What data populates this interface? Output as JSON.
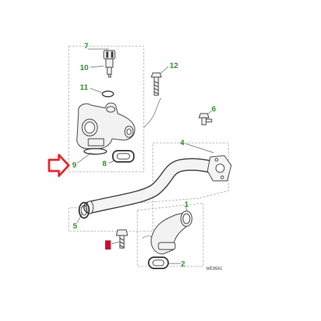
{
  "diagram": {
    "callout_color": "#2e8b2e",
    "arrow_color": "#e8202a",
    "highlight_color": "#c8102e",
    "line_color": "#555555",
    "part_outline_color": "#333333",
    "callouts": {
      "c1": "1",
      "c2": "2",
      "c4": "4",
      "c5": "5",
      "c6": "6",
      "c7": "7",
      "c8": "8",
      "c9": "9",
      "c10": "10",
      "c11": "11",
      "c12": "12"
    },
    "reference_code": "WE9581",
    "highlighted_part_icon": "red-marker-icon",
    "pointer_icon": "red-outline-arrow-icon"
  }
}
